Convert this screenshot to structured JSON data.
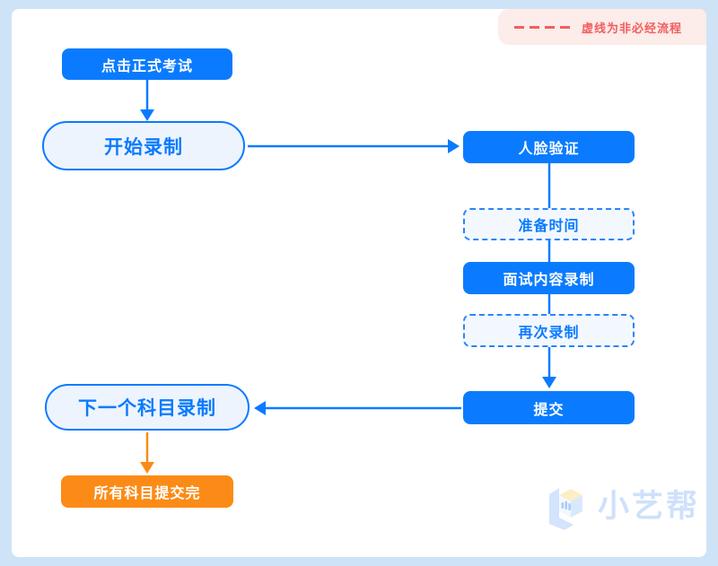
{
  "legend": {
    "label": "虚线为非必经流程"
  },
  "nodes": {
    "click_exam": {
      "label": "点击正式考试",
      "style": "solid-blue"
    },
    "start_record": {
      "label": "开始录制",
      "style": "outlined-pill"
    },
    "face_verify": {
      "label": "人脸验证",
      "style": "solid-blue"
    },
    "prep_time": {
      "label": "准备时间",
      "style": "dashed-optional"
    },
    "interview_record": {
      "label": "面试内容录制",
      "style": "solid-blue"
    },
    "re_record": {
      "label": "再次录制",
      "style": "dashed-optional"
    },
    "submit": {
      "label": "提交",
      "style": "solid-blue"
    },
    "next_subject": {
      "label": "下一个科目录制",
      "style": "outlined-pill"
    },
    "all_submitted": {
      "label": "所有科目提交完",
      "style": "solid-orange"
    }
  },
  "watermark": {
    "brand": "小艺帮"
  },
  "colors": {
    "primary_blue": "#0a7bff",
    "accent_orange": "#fb8b16",
    "legend_red": "#f25e5e",
    "legend_background": "#fcecea",
    "frame_border": "#cfe3f7",
    "light_fill": "#edf4fd",
    "dashed_fill": "#f3f8fe",
    "watermark_blue": "#cee0fb"
  }
}
